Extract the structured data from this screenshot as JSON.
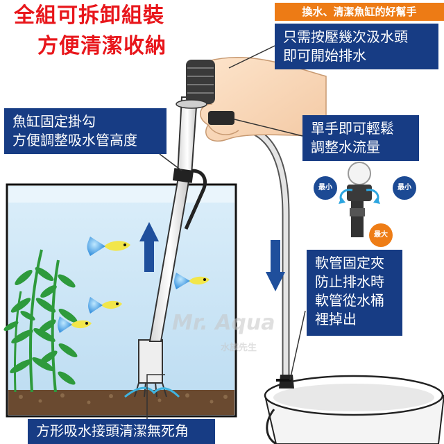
{
  "headline": {
    "line1": "全組可拆卸組裝",
    "line2": "方便清潔收納"
  },
  "tag_top_right": "換水、清潔魚缸的好幫手",
  "callouts": {
    "press": "只需按壓幾次汲水頭\n即可開始排水",
    "hook": "魚缸固定掛勾\n方便調整吸水管高度",
    "flow": "單手即可輕鬆\n調整水流量",
    "clip": "軟管固定夾\n防止排水時\n軟管從水桶\n裡掉出",
    "nozzle": "方形吸水接頭清潔無死角"
  },
  "valve_labels": {
    "left_min": "最小",
    "right_min": "最小",
    "max": "最大"
  },
  "watermark": {
    "brand": "Mr. Aqua",
    "sub": "水族先生"
  },
  "colors": {
    "headline": "#e8161b",
    "callout_bg": "#173c84",
    "tag_bg": "#ed7b15",
    "arrow_blue": "#1f4f9c",
    "water": "#cfe6f6",
    "plant": "#2e9a3c"
  }
}
